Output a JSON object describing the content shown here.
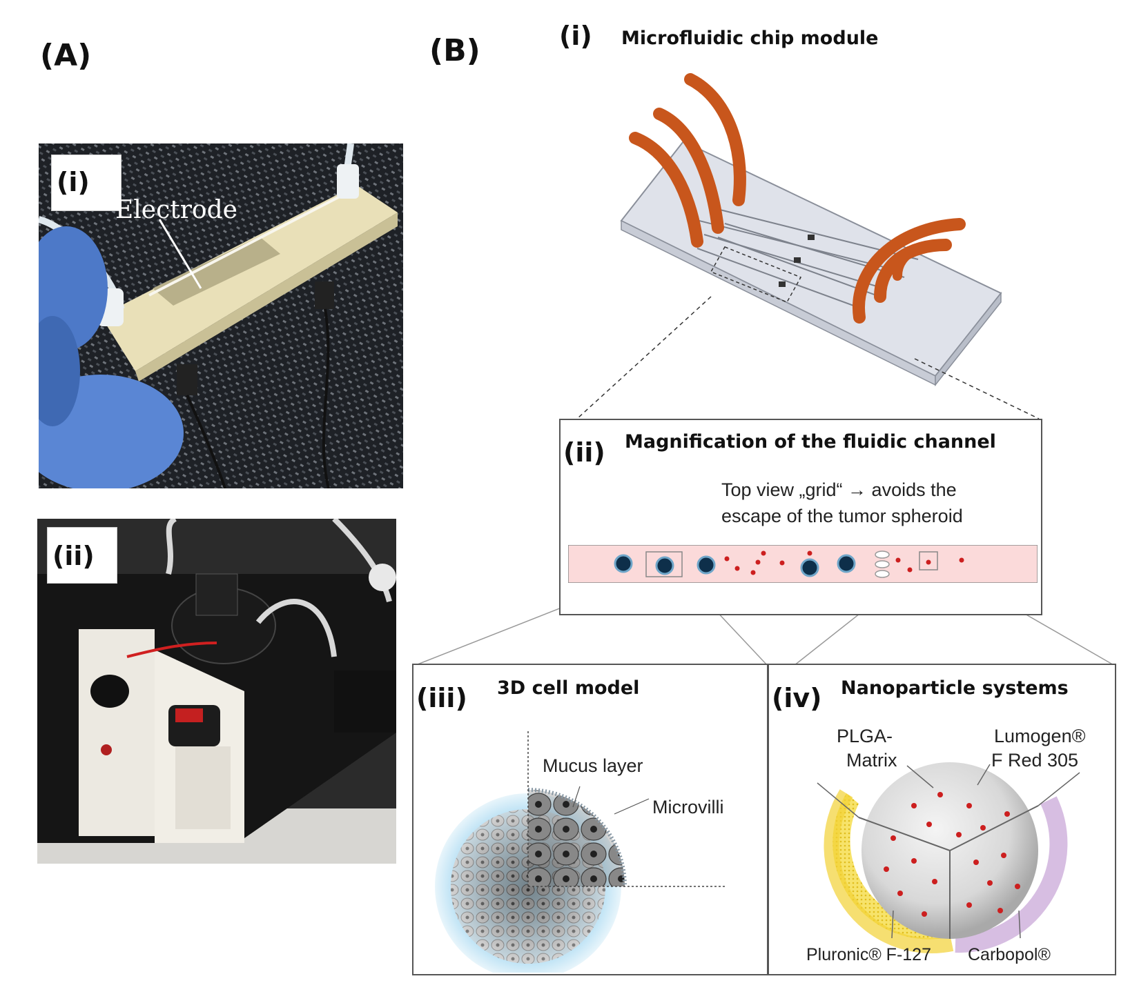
{
  "panel_a": {
    "label": "(A)",
    "photo_i": {
      "label": "(i)",
      "electrode_label": "Electrode"
    },
    "photo_ii": {
      "label": "(ii)"
    }
  },
  "panel_b": {
    "label": "(B)",
    "i": {
      "label": "(i)",
      "title": "Microfluidic chip module"
    },
    "ii": {
      "label": "(ii)",
      "title": "Magnification of the fluidic channel",
      "note_line1": "Top view „grid“ → avoids the",
      "note_line2": "escape of the tumor spheroid"
    },
    "iii": {
      "label": "(iii)",
      "title": "3D cell model",
      "mucus": "Mucus layer",
      "microvilli": "Microvilli"
    },
    "iv": {
      "label": "(iv)",
      "title": "Nanoparticle systems",
      "plga_1": "PLGA-",
      "plga_2": "Matrix",
      "lumogen_1": "Lumogen®",
      "lumogen_2": "F Red 305",
      "pluronic": "Pluronic® F-127",
      "carbopol": "Carbopol®"
    }
  },
  "colors": {
    "tube": "#c8561c",
    "channel": "#fbdada",
    "spheroid": "#0e2f4a",
    "particle": "#cc1f1f",
    "mucus": "#bfe3f5",
    "pluronic": "#f2d235",
    "carbopol": "#c9a8d8"
  }
}
